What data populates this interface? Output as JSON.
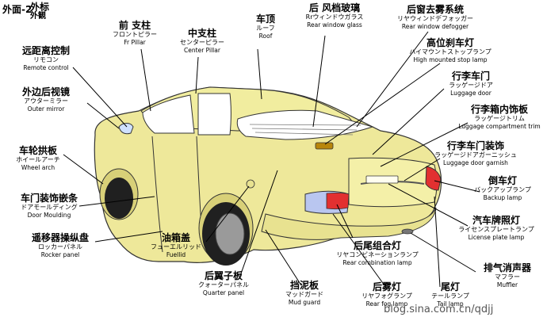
{
  "header": {
    "page": "外面-2",
    "title_zh": "外标",
    "title_jp": "外観"
  },
  "labels": {
    "front_pillar": {
      "zh": "前  支柱",
      "jp": "フロントピラー",
      "en": "Fr   Pillar"
    },
    "center_pillar": {
      "zh": "中支柱",
      "jp": "センターピラー",
      "en": "Center Pillar"
    },
    "roof": {
      "zh": "车顶",
      "jp": "ルーフ",
      "en": "Roof"
    },
    "rear_window_glass": {
      "zh": "后 风档玻璃",
      "jp": "Rrウィンドウガラス",
      "en": "Rear window glass"
    },
    "rear_defogger": {
      "zh": "后窗去雾系统",
      "jp": "リヤウィンドデフォッガー",
      "en": "Rear window defogger"
    },
    "stop_lamp": {
      "zh": "高位刹车灯",
      "jp": "ハイマウントストップランプ",
      "en": "High mounted stop lamp"
    },
    "remote": {
      "zh": "远距离控制",
      "jp": "リモコン",
      "en": "Remote control"
    },
    "outer_mirror": {
      "zh": "外边后视镜",
      "jp": "アウターミラー",
      "en": "Outer mirror"
    },
    "luggage_door": {
      "zh": "行李车门",
      "jp": "ラッゲージドア",
      "en": "Luggage door"
    },
    "luggage_trim": {
      "zh": "行李箱内饰板",
      "jp": "ラッゲージトリム",
      "en": "Luggage compartment trim"
    },
    "wheel_arch": {
      "zh": "车轮拱板",
      "jp": "ホイールアーチ",
      "en": "Wheel arch"
    },
    "luggage_garnish": {
      "zh": "行李车门装饰",
      "jp": "ラッゲージドアガーニッシュ",
      "en": "Luggage door garnish"
    },
    "door_moulding": {
      "zh": "车门装饰嵌条",
      "jp": "ドアモールディング",
      "en": "Door   Moulding"
    },
    "backup_lamp": {
      "zh": "倒车灯",
      "jp": "バックアップランプ",
      "en": "Backup lamp"
    },
    "rocker_panel": {
      "zh": "遥移器操纵盘",
      "jp": "ロッカーパネル",
      "en": "Rocker panel"
    },
    "fuel_lid": {
      "zh": "油箱盖",
      "jp": "フューエルリッド",
      "en": "Fuellid"
    },
    "license_lamp": {
      "zh": "汽车牌照灯",
      "jp": "ライセンスプレートランプ",
      "en": "License plate lamp"
    },
    "rear_combination_lamp": {
      "zh": "后尾组合灯",
      "jp": "リヤコンビネーションランプ",
      "en": "Rear combination lamp"
    },
    "muffler": {
      "zh": "排气消声器",
      "jp": "マフラー",
      "en": "Muffler"
    },
    "quarter_panel": {
      "zh": "后翼子板",
      "jp": "クォーターパネル",
      "en": "Quarter panel"
    },
    "mud_guard": {
      "zh": "挡泥板",
      "jp": "マッドガード",
      "en": "Mud guard"
    },
    "rear_fog_lamp": {
      "zh": "后雾灯",
      "jp": "リヤフォグランプ",
      "en": "Rear fog lamp"
    },
    "tail_lamp": {
      "zh": "尾灯",
      "jp": "テールランプ",
      "en": "Tail lamp"
    }
  },
  "watermark": "blog.sina.com.cn/qdjj",
  "colors": {
    "body": "#eee89a",
    "body_shade": "#d8d078",
    "outline": "#333333",
    "glass": "#ffffff",
    "lamp_red": "#e23030",
    "lamp_blue": "#b9c6f0",
    "tire": "#202020"
  }
}
